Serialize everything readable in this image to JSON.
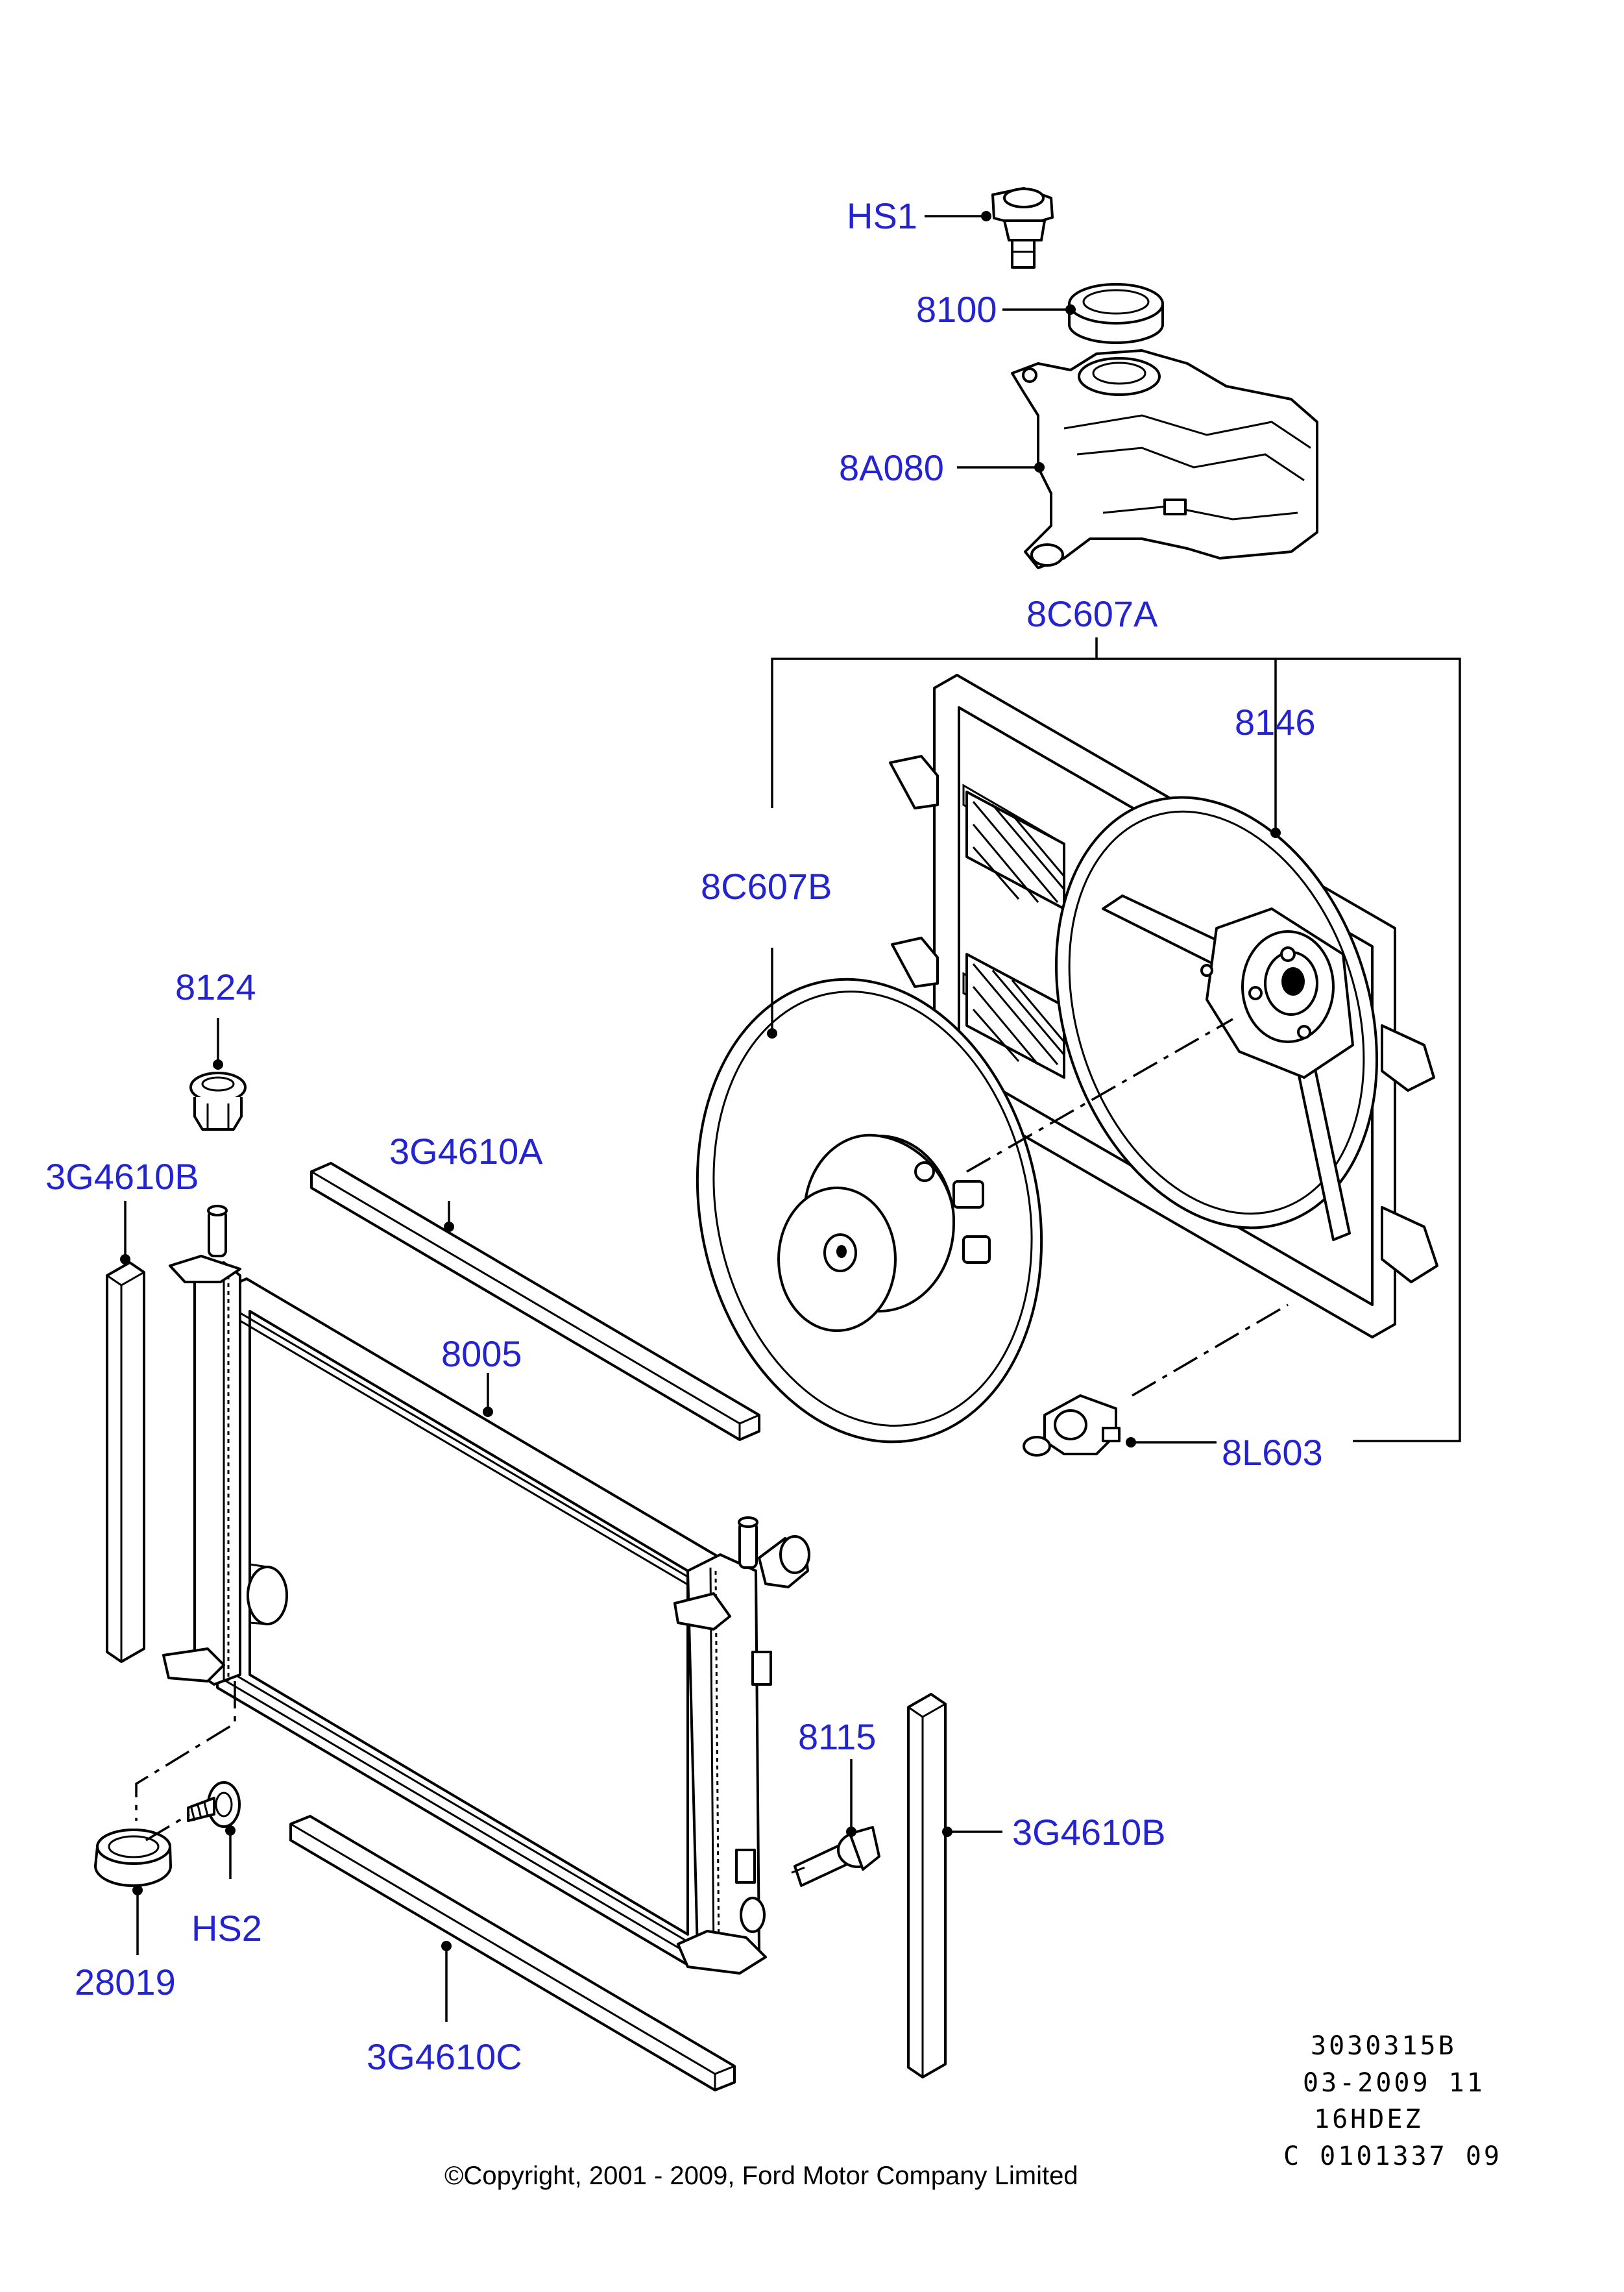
{
  "callouts": {
    "hs1": "HS1",
    "p8100": "8100",
    "p8a080": "8A080",
    "p8c607a": "8C607A",
    "p8146": "8146",
    "p8c607b": "8C607B",
    "p8124": "8124",
    "p3g4610a": "3G4610A",
    "p3g4610b_left": "3G4610B",
    "p8005": "8005",
    "p8l603": "8L603",
    "p8115": "8115",
    "p3g4610b_right": "3G4610B",
    "hs2": "HS2",
    "p28019": "28019",
    "p3g4610c": "3G4610C"
  },
  "meta": {
    "line1": "3030315B",
    "line2": "03-2009 11",
    "line3": "16HDEZ",
    "line4": "C 0101337 09"
  },
  "copyright": "©Copyright, 2001 - 2009, Ford Motor Company Limited",
  "colors": {
    "callout": "#2323d2",
    "line": "#000000",
    "background": "#ffffff"
  }
}
